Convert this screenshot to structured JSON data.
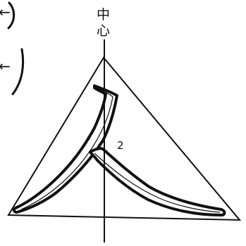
{
  "diagram": {
    "center_label_top": "中",
    "center_label_bottom": "心",
    "stroke_number": "2",
    "left_column_glyphs": [
      "←",
      "←"
    ],
    "colors": {
      "ink": "#111111",
      "paper": "#ffffff"
    }
  }
}
